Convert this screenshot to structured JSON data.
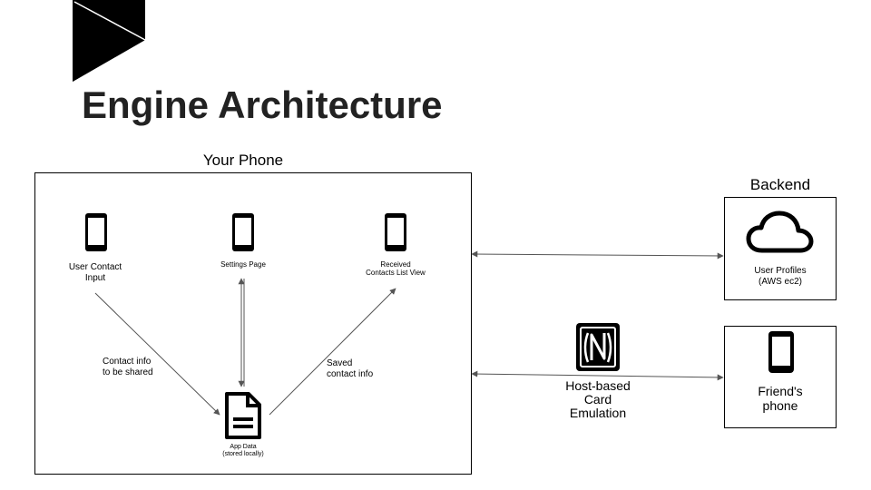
{
  "slide": {
    "title": "Engine Architecture"
  },
  "groups": {
    "your_phone": "Your Phone",
    "backend": "Backend"
  },
  "nodes": {
    "user_contact_input": "User Contact\nInput",
    "settings_page": "Settings Page",
    "received_contacts": "Received\nContacts List View",
    "app_data": "App Data\n(stored locally)",
    "user_profiles": "User Profiles\n(AWS ec2)",
    "friends_phone": "Friend's\nphone",
    "hce": "Host-based\nCard\nEmulation"
  },
  "edges": {
    "contact_info_shared": "Contact info\nto be shared",
    "saved_contact_info": "Saved\ncontact info"
  },
  "icons": {
    "logo": "play-triangle-logo",
    "phone": "smartphone-icon",
    "document": "document-icon",
    "cloud": "cloud-icon",
    "nfc": "nfc-icon"
  },
  "colors": {
    "title": "#222222",
    "arrow": "#555555",
    "line": "#000000"
  }
}
